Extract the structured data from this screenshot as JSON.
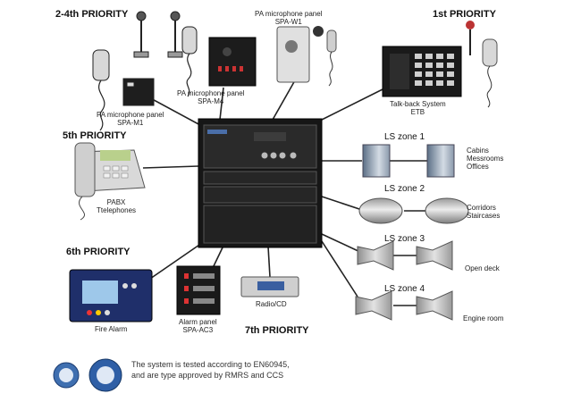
{
  "priorities": {
    "p1": "1st PRIORITY",
    "p24": "2-4th PRIORITY",
    "p5": "5th PRIORITY",
    "p6": "6th PRIORITY",
    "p7": "7th PRIORITY"
  },
  "devices": {
    "spa_m1": {
      "line1": "PA microphone panel",
      "line2": "SPA-M1"
    },
    "spa_m4": {
      "line1": "PA microphone panel",
      "line2": "SPA-M4"
    },
    "spa_w1": {
      "line1": "PA microphone panel",
      "line2": "SPA-W1"
    },
    "etb": {
      "line1": "Talk-back System",
      "line2": "ETB"
    },
    "pabx": {
      "line1": "PABX",
      "line2": "Ttelephones"
    },
    "fire_alarm": {
      "line1": "Fire Alarm"
    },
    "spa_ac3": {
      "line1": "Alarm panel",
      "line2": "SPA-AC3"
    },
    "radio": {
      "line1": "Radio/CD"
    }
  },
  "zones": [
    {
      "label": "LS zone 1",
      "areas": [
        "Cabins",
        "Messrooms",
        "Offices"
      ]
    },
    {
      "label": "LS zone 2",
      "areas": [
        "Corridors",
        "Staircases"
      ]
    },
    {
      "label": "LS zone 3",
      "areas": [
        "Open deck"
      ]
    },
    {
      "label": "LS zone 4",
      "areas": [
        "Engine room"
      ]
    }
  ],
  "footer": {
    "line1": "The system is tested according to EN60945,",
    "line2": "and are type approved by RMRS and CCS"
  }
}
